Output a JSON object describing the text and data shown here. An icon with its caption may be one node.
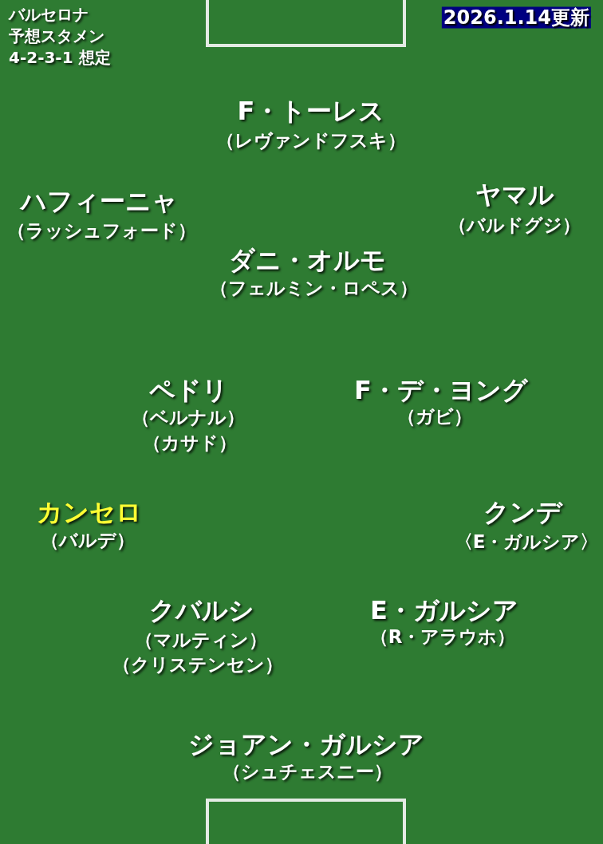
{
  "diagram": {
    "labels": [
      "バルセロナ",
      "予想スタメン",
      "4-2-3-1 想定",
      "2026.1.14更新",
      "F・トーレス",
      "（レヴァンドフスキ）",
      "ハフィーニャ",
      "（ラッシュフォード）",
      "ヤマル",
      "（バルドグジ）",
      "ダニ・オルモ",
      "（フェルミン・ロペス）",
      "ペドリ",
      "（ベルナル）",
      "（カサド）",
      "F・デ・ヨング",
      "（ガビ）",
      "カンセロ",
      "（バルデ）",
      "クンデ",
      "〈E・ガルシア〉",
      "クバルシ",
      "（マルティン）",
      "（クリステンセン）",
      "E・ガルシア",
      "（R・アラウホ）",
      "ジョアン・ガルシア",
      "（シュチェスニー）"
    ]
  }
}
